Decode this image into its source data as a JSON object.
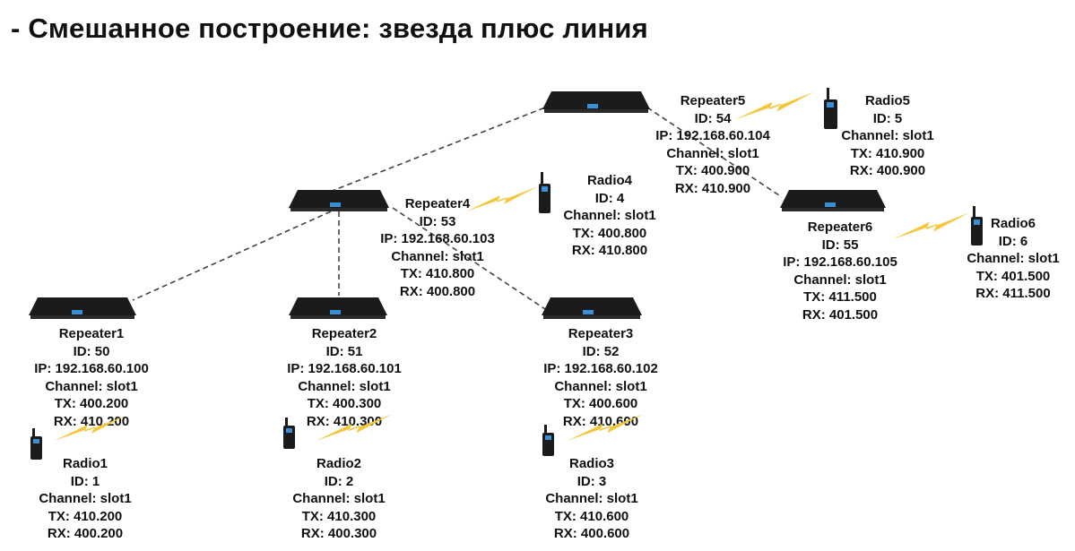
{
  "title": "- Смешанное построение: звезда плюс линия",
  "colors": {
    "lightning": "#f4c63a",
    "link": "#444444",
    "device": "#1b1b1b",
    "screen": "#3a8fd6"
  },
  "repeaters": [
    {
      "name": "Repeater1",
      "id": "ID: 50",
      "ip": "IP: 192.168.60.100",
      "channel": "Channel: slot1",
      "tx": "TX: 400.200",
      "rx": "RX: 410.200"
    },
    {
      "name": "Repeater2",
      "id": "ID: 51",
      "ip": "IP: 192.168.60.101",
      "channel": "Channel: slot1",
      "tx": "TX: 400.300",
      "rx": "RX: 410.300"
    },
    {
      "name": "Repeater3",
      "id": "ID: 52",
      "ip": "IP: 192.168.60.102",
      "channel": "Channel: slot1",
      "tx": "TX: 400.600",
      "rx": "RX: 410.600"
    },
    {
      "name": "Repeater4",
      "id": "ID: 53",
      "ip": "IP: 192.168.60.103",
      "channel": "Channel: slot1",
      "tx": "TX: 410.800",
      "rx": "RX: 400.800"
    },
    {
      "name": "Repeater5",
      "id": "ID: 54",
      "ip": "IP: 192.168.60.104",
      "channel": "Channel: slot1",
      "tx": "TX: 400.900",
      "rx": "RX: 410.900"
    },
    {
      "name": "Repeater6",
      "id": "ID: 55",
      "ip": "IP: 192.168.60.105",
      "channel": "Channel: slot1",
      "tx": "TX: 411.500",
      "rx": "RX: 401.500"
    }
  ],
  "radios": [
    {
      "name": "Radio1",
      "id": "ID: 1",
      "channel": "Channel: slot1",
      "tx": "TX: 410.200",
      "rx": "RX: 400.200"
    },
    {
      "name": "Radio2",
      "id": "ID: 2",
      "channel": "Channel: slot1",
      "tx": "TX: 410.300",
      "rx": "RX: 400.300"
    },
    {
      "name": "Radio3",
      "id": "ID: 3",
      "channel": "Channel: slot1",
      "tx": "TX: 410.600",
      "rx": "RX: 400.600"
    },
    {
      "name": "Radio4",
      "id": "ID: 4",
      "channel": "Channel: slot1",
      "tx": "TX: 400.800",
      "rx": "RX: 410.800"
    },
    {
      "name": "Radio5",
      "id": "ID: 5",
      "channel": "Channel: slot1",
      "tx": "TX: 410.900",
      "rx": "RX: 400.900"
    },
    {
      "name": "Radio6",
      "id": "ID: 6",
      "channel": "Channel: slot1",
      "tx": "TX: 401.500",
      "rx": "RX: 411.500"
    }
  ]
}
